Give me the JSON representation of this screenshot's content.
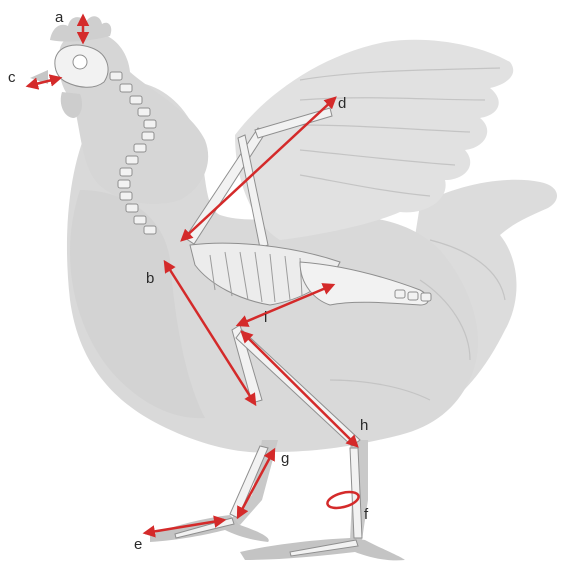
{
  "labels": {
    "a": "a",
    "b": "b",
    "c": "c",
    "d": "d",
    "e": "e",
    "f": "f",
    "g": "g",
    "h": "h",
    "i": "i"
  },
  "colors": {
    "arrow": "#d42a2a",
    "body": "#d9d9d9",
    "feather_line": "#c4c4c4",
    "bone": "#f2f2f2",
    "bone_outline": "#8f8f8f"
  }
}
